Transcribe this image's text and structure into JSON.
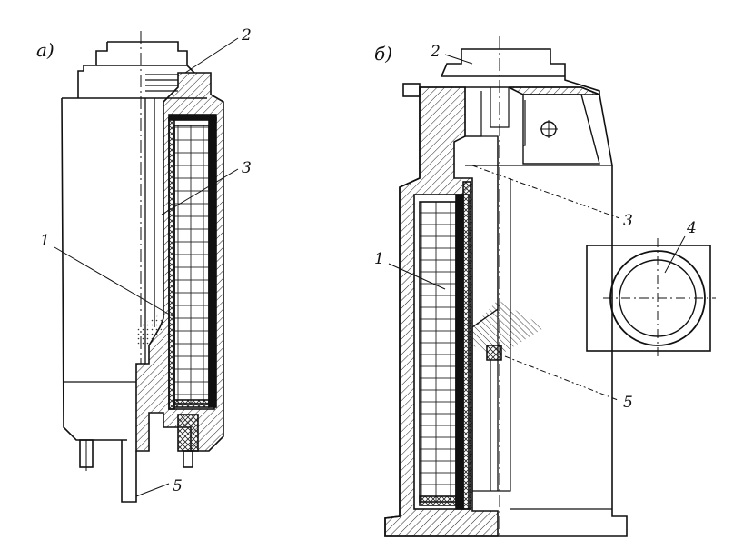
{
  "figure": {
    "panel_a": {
      "label": "а)",
      "callouts": [
        "1",
        "2",
        "3",
        "5"
      ]
    },
    "panel_b": {
      "label": "б)",
      "callouts": [
        "1",
        "2",
        "3",
        "4",
        "5"
      ]
    }
  },
  "colors": {
    "ink": "#111111",
    "paper": "#ffffff"
  }
}
